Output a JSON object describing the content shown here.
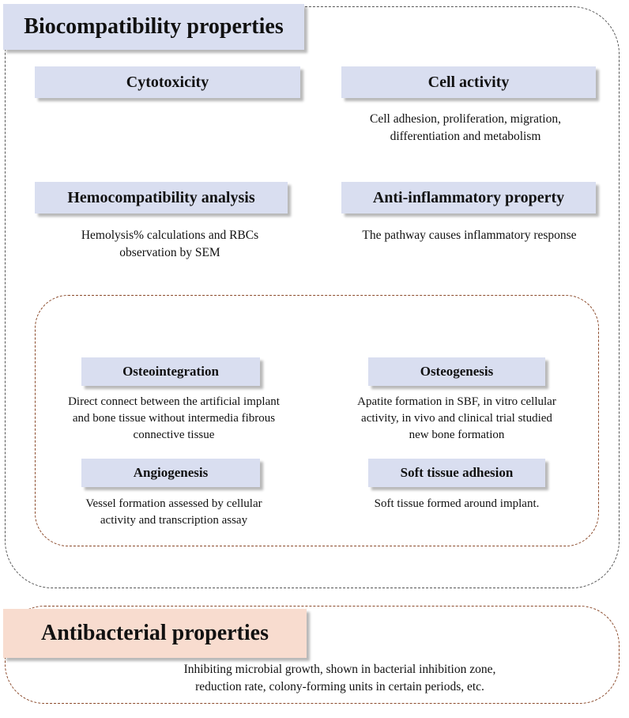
{
  "biocompatibility": {
    "title": "Biocompatibility properties",
    "cytotoxicity": {
      "title": "Cytotoxicity"
    },
    "cell_activity": {
      "title": "Cell activity",
      "desc_line1": "Cell adhesion, proliferation, migration,",
      "desc_line2": "differentiation and metabolism"
    },
    "hemocompatibility": {
      "title": "Hemocompatibility analysis",
      "desc_line1": "Hemolysis% calculations and RBCs",
      "desc_line2": "observation by SEM"
    },
    "anti_inflammatory": {
      "title": "Anti-inflammatory property",
      "desc_line1": "The pathway causes inflammatory response"
    },
    "bone": {
      "osteointegration": {
        "title": "Osteointegration",
        "desc_line1": "Direct connect between the artificial implant",
        "desc_line2": "and bone tissue without intermedia fibrous",
        "desc_line3": "connective tissue"
      },
      "osteogenesis": {
        "title": "Osteogenesis",
        "desc_line1": "Apatite formation in SBF, in vitro cellular",
        "desc_line2": "activity, in vivo and clinical trial studied",
        "desc_line3": "new bone formation"
      },
      "angiogenesis": {
        "title": "Angiogenesis",
        "desc_line1": "Vessel formation assessed by cellular",
        "desc_line2": "activity and transcription assay"
      },
      "soft_tissue": {
        "title": "Soft tissue adhesion",
        "desc_line1": "Soft tissue formed around implant."
      }
    }
  },
  "antibacterial": {
    "title": "Antibacterial properties",
    "desc_line1": "Inhibiting microbial growth, shown in bacterial inhibition zone,",
    "desc_line2": "reduction rate, colony-forming units in certain periods, etc."
  },
  "colors": {
    "bio_frame": "#555555",
    "orange_frame": "#8b4a2b",
    "blue_box": "#d9def0",
    "peach_box": "#f8dccf"
  }
}
